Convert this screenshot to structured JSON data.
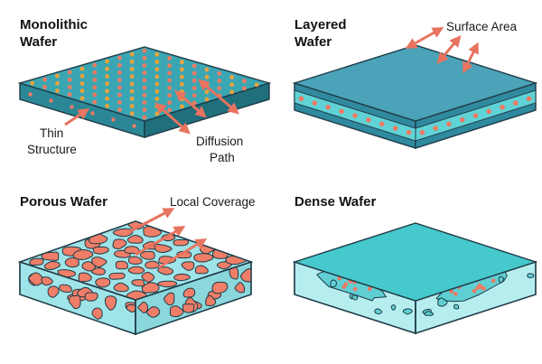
{
  "colors": {
    "outline": "#1f3b47",
    "arrow": "#e8735f",
    "mono_top": "#3aa6b3",
    "mono_front": "#2b8796",
    "mono_side": "#1f6f7c",
    "layered_top": "#4aa3b8",
    "layered_front": "#2f8aa0",
    "layered_band": "#5fd3d6",
    "porous_base": "#9fe4e8",
    "porous_pore": "#ef7e68",
    "dense_top": "#45c9cc",
    "dense_front": "#b6eef0",
    "particle_orange": "#f0a23a",
    "particle_coral": "#ef7a63"
  },
  "panels": {
    "monolithic": {
      "title_line1": "Monolithic",
      "title_line2": "Wafer",
      "label_thin_line1": "Thin",
      "label_thin_line2": "Structure",
      "label_diffusion_line1": "Diffusion",
      "label_diffusion_line2": "Path"
    },
    "layered": {
      "title_line1": "Layered",
      "title_line2": "Wafer",
      "label_surface": "Surface Area"
    },
    "porous": {
      "title": "Porous Wafer",
      "label_coverage": "Local Coverage"
    },
    "dense": {
      "title": "Dense Wafer"
    }
  }
}
